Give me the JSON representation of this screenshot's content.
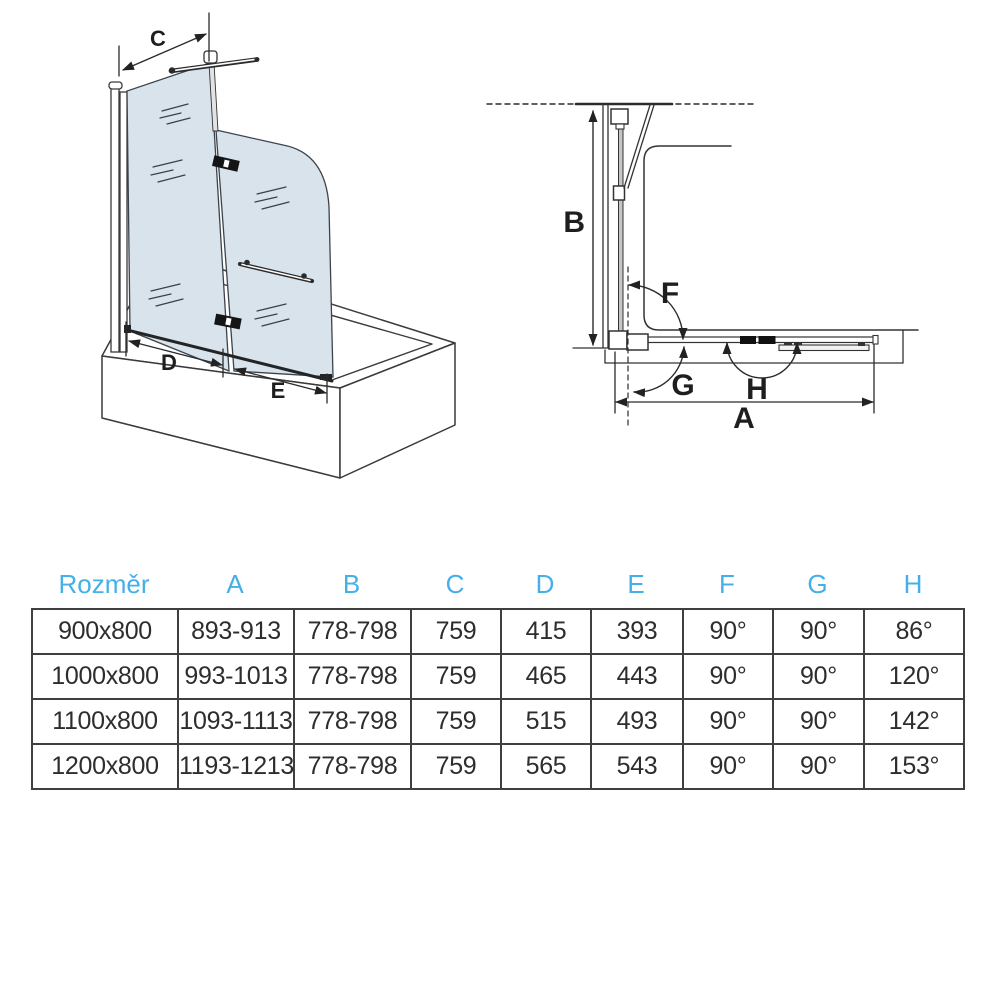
{
  "diagram_labels": {
    "c": "C",
    "d": "D",
    "e": "E",
    "b": "B",
    "f": "F",
    "g": "G",
    "h": "H",
    "a": "A"
  },
  "colors": {
    "header_text": "#45b0e8",
    "line": "#333333",
    "glass_fill": "#d9e3ec",
    "table_border": "#3f3f3f"
  },
  "table": {
    "headers": [
      "Rozměr",
      "A",
      "B",
      "C",
      "D",
      "E",
      "F",
      "G",
      "H"
    ],
    "rows": [
      [
        "900x800",
        "893-913",
        "778-798",
        "759",
        "415",
        "393",
        "90°",
        "90°",
        "86°"
      ],
      [
        "1000x800",
        "993-1013",
        "778-798",
        "759",
        "465",
        "443",
        "90°",
        "90°",
        "120°"
      ],
      [
        "1100x800",
        "1093-1113",
        "778-798",
        "759",
        "515",
        "493",
        "90°",
        "90°",
        "142°"
      ],
      [
        "1200x800",
        "1193-1213",
        "778-798",
        "759",
        "565",
        "543",
        "90°",
        "90°",
        "153°"
      ]
    ]
  }
}
